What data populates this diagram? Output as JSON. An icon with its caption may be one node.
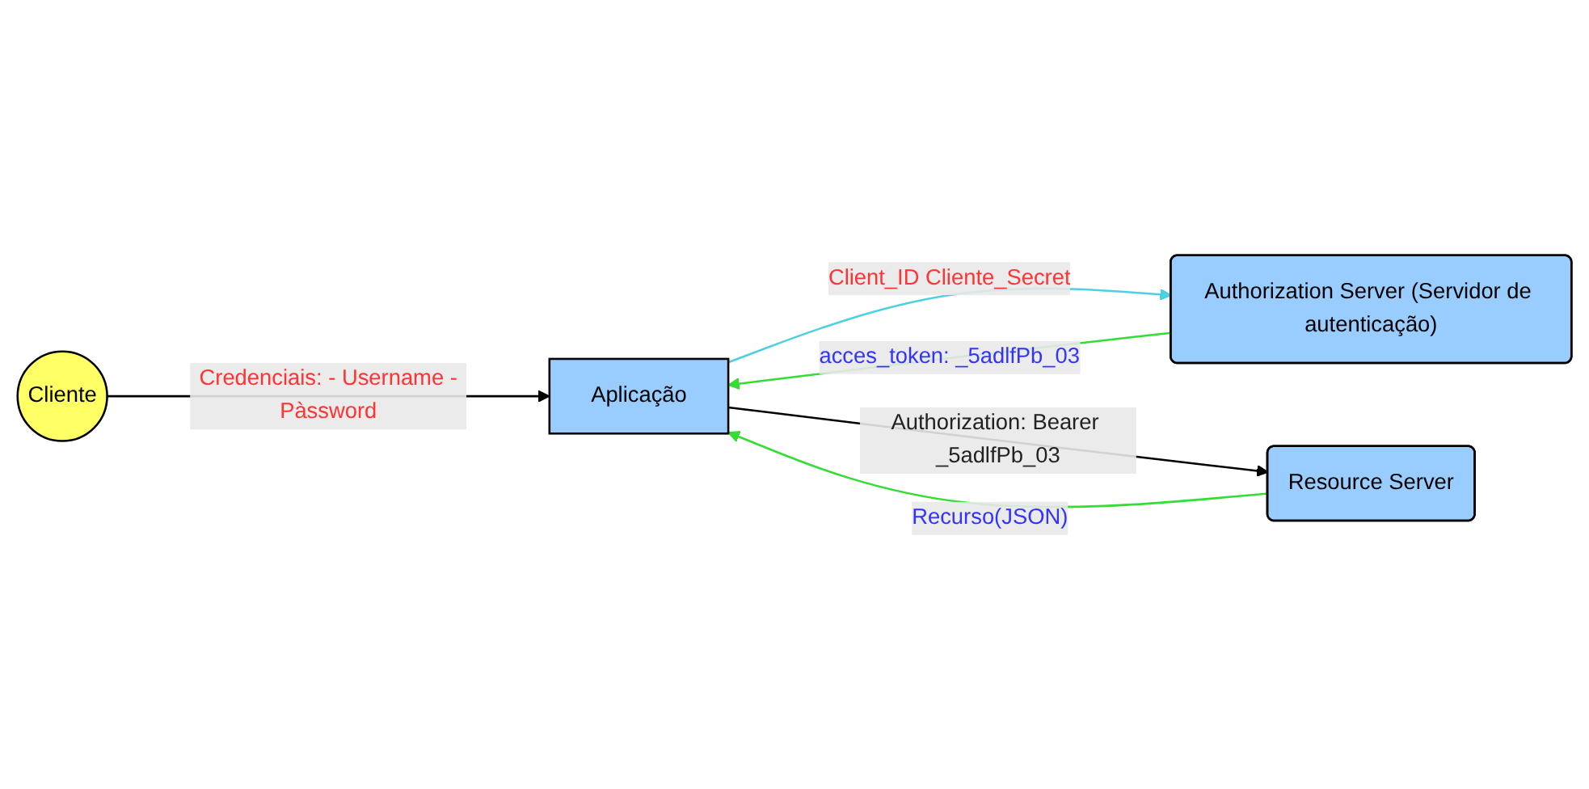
{
  "diagram": {
    "nodes": [
      {
        "text": [
          "Aplicação"
        ]
      },
      {
        "text": [
          "Authorization Server (Servidor de autenticação)"
        ]
      },
      {
        "text": [
          "Resource Server"
        ]
      },
      {
        "text": [
          "Cliente"
        ]
      }
    ],
    "edges": [
      {
        "from": 0,
        "to": 1,
        "arrow": "to",
        "label": "Client_ID Cliente_Secret",
        "color": "#4dd0e1"
      },
      {
        "from": 1,
        "to": 0,
        "arrow": "to",
        "label": "acces_token: _5adlfPb_03",
        "color": "#33dd33"
      },
      {
        "from": 0,
        "to": 2,
        "arrow": "to",
        "label": "Authorization: Bearer _5adlfPb_03",
        "color": "#000000"
      },
      {
        "from": 2,
        "to": 0,
        "arrow": "to",
        "label": "Recurso(JSON)",
        "color": "#33dd33"
      },
      {
        "from": 3,
        "to": 0,
        "arrow": "to",
        "label": "Credenciais: - Username -Pàssword",
        "color": "#000000"
      }
    ]
  }
}
